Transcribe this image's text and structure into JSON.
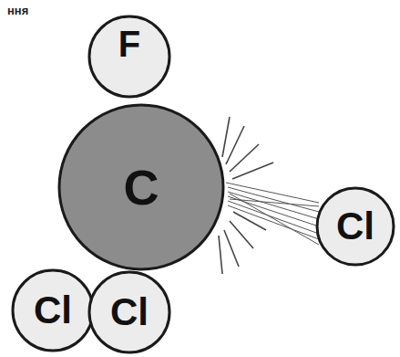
{
  "diagram": {
    "nodes": [
      {
        "text": [
          "F"
        ]
      },
      {
        "text": [
          "C"
        ]
      },
      {
        "text": [
          "Cl"
        ]
      },
      {
        "text": [
          "Cl"
        ]
      },
      {
        "text": [
          "Cl"
        ]
      }
    ],
    "labels": [
      "ння"
    ]
  }
}
